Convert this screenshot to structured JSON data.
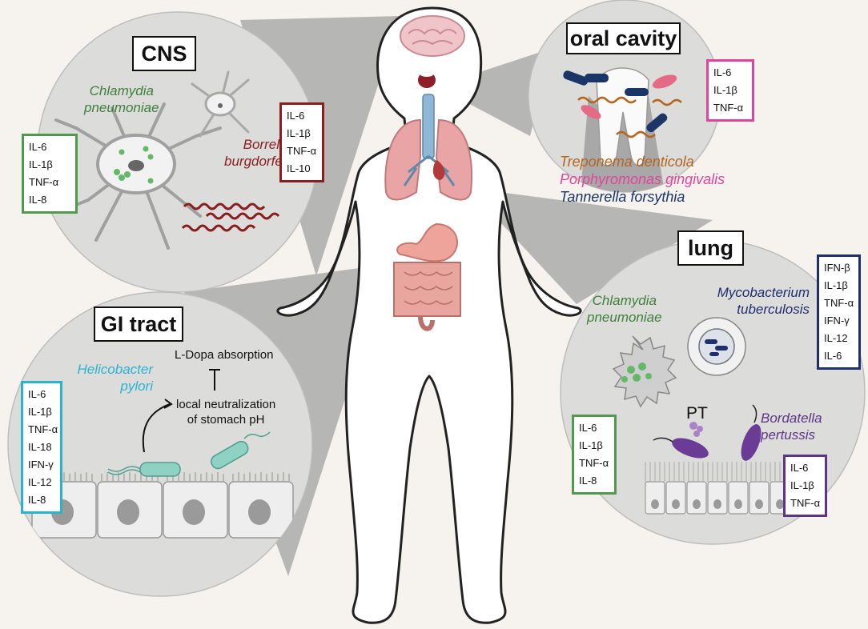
{
  "colors": {
    "background": "#f6f3ee",
    "circle_fill": "#dcdcdb",
    "funnel": "#b4b4b3",
    "chlamydia_green": "#3f7f3a",
    "borrelia_red": "#8a1d1d",
    "treponema_orange": "#b5651d",
    "porphyromonas_pink": "#e0459b",
    "tannerella_blue": "#1a3566",
    "helicobacter_cyan": "#2ab3cf",
    "bordatella_purple": "#5d3486",
    "mycobacterium_navy": "#1f2f6e"
  },
  "cns": {
    "title": "CNS",
    "chlamydia": {
      "line1": "Chlamydia",
      "line2": "pneumoniae"
    },
    "borrelia": {
      "line1": "Borrelia",
      "line2": "burgdorferi"
    },
    "cytokines_green": [
      "IL-6",
      "IL-1β",
      "TNF-α",
      "IL-8"
    ],
    "cytokines_red": [
      "IL-6",
      "IL-1β",
      "TNF-α",
      "IL-10"
    ]
  },
  "oral": {
    "title": "oral cavity",
    "cytokines": [
      "IL-6",
      "IL-1β",
      "TNF-α"
    ],
    "species": [
      "Treponema denticola",
      "Porphyromonas gingivalis",
      "Tannerella forsythia"
    ]
  },
  "gi": {
    "title": "GI tract",
    "helicobacter": {
      "line1": "Helicobacter",
      "line2": "pylori"
    },
    "ldopa": "L-Dopa absorption",
    "neutral": {
      "line1": "local neutralization",
      "line2": "of stomach pH"
    },
    "cytokines": [
      "IL-6",
      "IL-1β",
      "TNF-α",
      "IL-18",
      "IFN-γ",
      "IL-12",
      "IL-8"
    ]
  },
  "lung": {
    "title": "lung",
    "chlamydia": {
      "line1": "Chlamydia",
      "line2": "pneumoniae"
    },
    "mycobacterium": {
      "line1": "Mycobacterium",
      "line2": "tuberculosis"
    },
    "bordatella": {
      "line1": "Bordatella",
      "line2": "pertussis"
    },
    "pt": "PT",
    "cytokines_green": [
      "IL-6",
      "IL-1β",
      "TNF-α",
      "IL-8"
    ],
    "cytokines_navy": [
      "IFN-β",
      "IL-1β",
      "TNF-α",
      "IFN-γ",
      "IL-12",
      "IL-6"
    ],
    "cytokines_purple": [
      "IL-6",
      "IL-1β",
      "TNF-α"
    ]
  }
}
